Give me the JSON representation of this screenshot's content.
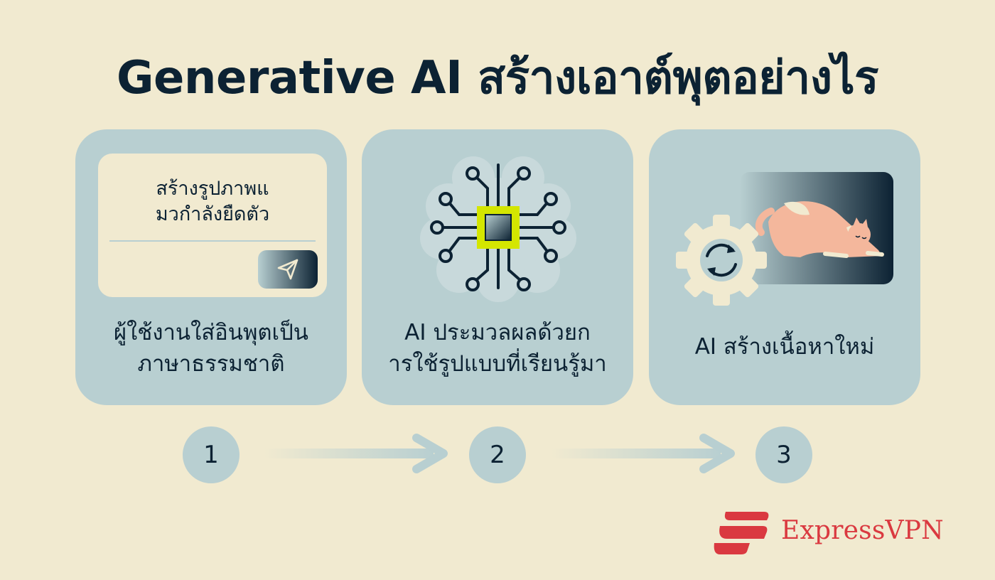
{
  "title": "Generative AI สร้างเอาต์พุตอย่างไร",
  "cards": [
    {
      "prompt_text": "สร้างรูปภาพแ\nมวกำลังยืดตัว",
      "caption": "ผู้ใช้งานใส่อินพุตเป็น\nภาษาธรรมชาติ"
    },
    {
      "caption": "AI ประมวลผลด้วยก\nารใช้รูปแบบที่เรียนรู้มา"
    },
    {
      "caption": "AI สร้างเนื้อหาใหม่"
    }
  ],
  "steps": [
    "1",
    "2",
    "3"
  ],
  "logo": {
    "text": "ExpressVPN",
    "color": "#da3940"
  },
  "colors": {
    "background": "#f1ead0",
    "card": "#b8cfd1",
    "text": "#0c2233",
    "chip_accent": "#d4e600"
  },
  "icons": [
    "send-icon",
    "brain-chip-icon",
    "gear-refresh-icon",
    "stretching-cat-image",
    "arrow-right-icon",
    "expressvpn-logo"
  ]
}
